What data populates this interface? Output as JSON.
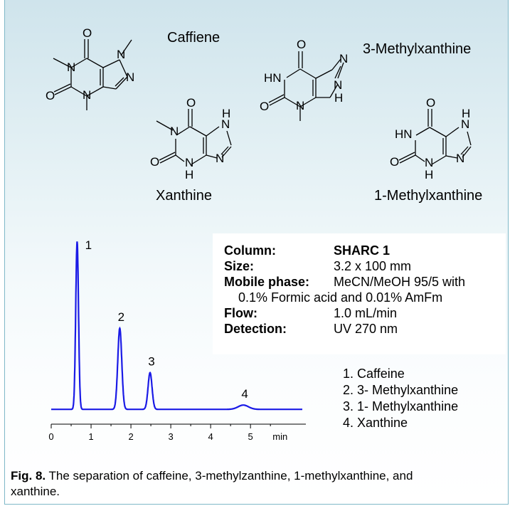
{
  "compounds": [
    {
      "name": "Caffiene"
    },
    {
      "name": "3-Methylxanthine"
    },
    {
      "name": "Xanthine"
    },
    {
      "name": "1-Methylxanthine"
    }
  ],
  "atoms": {
    "O": "O",
    "N": "N",
    "NH": "N",
    "H": "H",
    "HN": "HN"
  },
  "method": {
    "column_label": "Column:",
    "column_value": "SHARC 1",
    "size_label": "Size:",
    "size_value": "3.2 x 100 mm",
    "mobile_label": "Mobile phase:",
    "mobile_value": "MeCN/MeOH 95/5 with",
    "mobile_value_2": "0.1% Formic acid and 0.01% AmFm",
    "flow_label": "Flow:",
    "flow_value": "1.0 mL/min",
    "detection_label": "Detection:",
    "detection_value": "UV 270 nm"
  },
  "peak_list": [
    "1. Caffeine",
    "2. 3- Methylxanthine",
    "3. 1- Methylxanthine",
    "4. Xanthine"
  ],
  "caption": {
    "label": "Fig.  8.",
    "text": " The separation of caffeine, 3-methylzanthine, 1-methylxanthine, and xanthine."
  },
  "chart_data": {
    "type": "line",
    "xlabel": "min",
    "xlim": [
      0,
      6.3
    ],
    "ylim": [
      0,
      1.0
    ],
    "xticks": [
      0,
      1,
      2,
      3,
      4,
      5
    ],
    "tick_labels": [
      "0",
      "1",
      "2",
      "3",
      "4",
      "5",
      "min"
    ],
    "line_color": "#1a1ae6",
    "baseline": 0.02,
    "peaks": [
      {
        "label": "1",
        "rt": 0.65,
        "height": 0.98,
        "width": 0.035
      },
      {
        "label": "2",
        "rt": 1.72,
        "height": 0.475,
        "width": 0.05
      },
      {
        "label": "3",
        "rt": 2.48,
        "height": 0.215,
        "width": 0.05
      },
      {
        "label": "4",
        "rt": 4.82,
        "height": 0.025,
        "width": 0.13
      }
    ]
  }
}
